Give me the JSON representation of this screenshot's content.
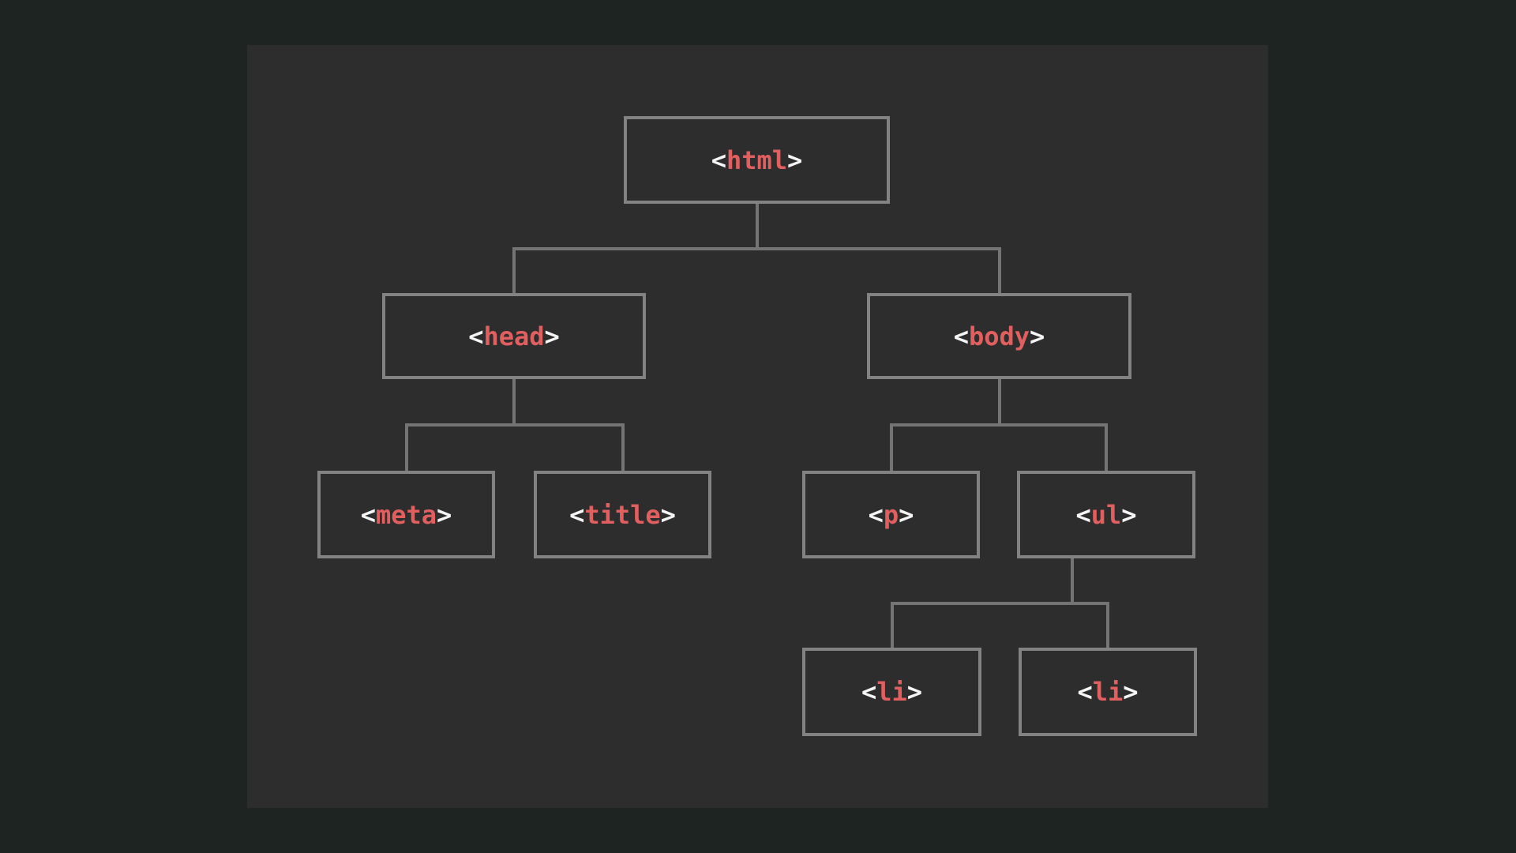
{
  "diagram": {
    "description": "HTML document tree diagram",
    "symbols": {
      "open": "<",
      "close": ">"
    },
    "nodes": [
      {
        "id": "html",
        "tag": "html",
        "label": "<html>"
      },
      {
        "id": "head",
        "tag": "head",
        "label": "<head>"
      },
      {
        "id": "body",
        "tag": "body",
        "label": "<body>"
      },
      {
        "id": "meta",
        "tag": "meta",
        "label": "<meta>"
      },
      {
        "id": "title",
        "tag": "title",
        "label": "<title>"
      },
      {
        "id": "p",
        "tag": "p",
        "label": "<p>"
      },
      {
        "id": "ul",
        "tag": "ul",
        "label": "<ul>"
      },
      {
        "id": "li1",
        "tag": "li",
        "label": "<li>"
      },
      {
        "id": "li2",
        "tag": "li",
        "label": "<li>"
      }
    ],
    "edges": [
      [
        "html",
        "head"
      ],
      [
        "html",
        "body"
      ],
      [
        "head",
        "meta"
      ],
      [
        "head",
        "title"
      ],
      [
        "body",
        "p"
      ],
      [
        "body",
        "ul"
      ],
      [
        "ul",
        "li1"
      ],
      [
        "ul",
        "li2"
      ]
    ],
    "colors": {
      "page_bg": "#1e2422",
      "panel_bg": "#2d2d2d",
      "border": "#828282",
      "line": "#747474",
      "bracket": "#f5f5f5",
      "tag_name": "#e25f5f"
    }
  }
}
